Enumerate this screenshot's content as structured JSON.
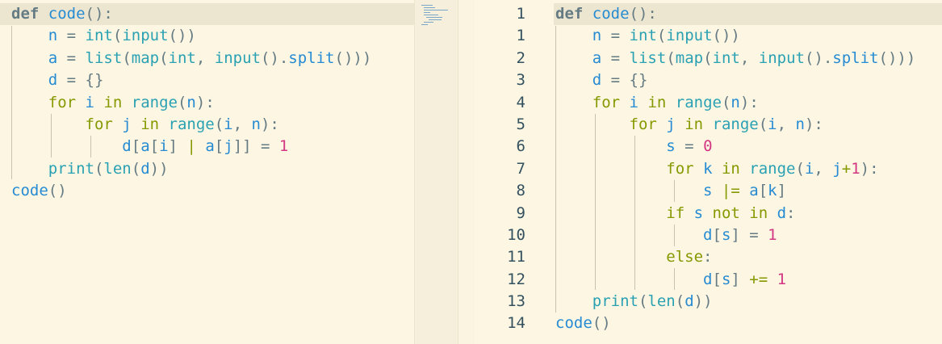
{
  "left_code": {
    "l1": {
      "a": "def",
      "b": " ",
      "c": "code",
      "d": "():"
    },
    "l2": {
      "a": "n",
      "b": " = ",
      "c": "int",
      "d": "(",
      "e": "input",
      "f": "())"
    },
    "l3": {
      "a": "a",
      "b": " = ",
      "c": "list",
      "d": "(",
      "e": "map",
      "f": "(",
      "g": "int",
      "h": ", ",
      "i": "input",
      "j": "().",
      "k": "split",
      "l": "()))"
    },
    "l4": {
      "a": "d",
      "b": " = ",
      "c": "{}"
    },
    "l5": {
      "a": "for",
      "b": " ",
      "c": "i",
      "d": " in ",
      "e": "range",
      "f": "(",
      "g": "n",
      "h": "):"
    },
    "l6": {
      "a": "for",
      "b": " ",
      "c": "j",
      "d": " in ",
      "e": "range",
      "f": "(",
      "g": "i",
      "h": ", ",
      "i": "n",
      "j": "):"
    },
    "l7": {
      "a": "d",
      "b": "[",
      "c": "a",
      "d": "[",
      "e": "i",
      "f": "]",
      "g": " | ",
      "h": "a",
      "i": "[",
      "j": "j",
      "k": "]]",
      "l": " = ",
      "m": "1"
    },
    "l8": {
      "a": "print",
      "b": "(",
      "c": "len",
      "d": "(",
      "e": "d",
      "f": "))"
    },
    "l9": {
      "a": "code",
      "b": "()"
    }
  },
  "right_line_numbers": [
    "1",
    "1",
    "2",
    "3",
    "4",
    "5",
    "6",
    "7",
    "8",
    "9",
    "10",
    "11",
    "12",
    "13",
    "14"
  ],
  "right_code": {
    "r1": {
      "a": "def",
      "b": " ",
      "c": "code",
      "d": "():"
    },
    "r2": {
      "a": "n",
      "b": " = ",
      "c": "int",
      "d": "(",
      "e": "input",
      "f": "())"
    },
    "r3": {
      "a": "a",
      "b": " = ",
      "c": "list",
      "d": "(",
      "e": "map",
      "f": "(",
      "g": "int",
      "h": ", ",
      "i": "input",
      "j": "().",
      "k": "split",
      "l": "()))"
    },
    "r4": {
      "a": "d",
      "b": " = ",
      "c": "{}"
    },
    "r5": {
      "a": "for",
      "b": " ",
      "c": "i",
      "d": " in ",
      "e": "range",
      "f": "(",
      "g": "n",
      "h": "):"
    },
    "r6": {
      "a": "for",
      "b": " ",
      "c": "j",
      "d": " in ",
      "e": "range",
      "f": "(",
      "g": "i",
      "h": ", ",
      "i": "n",
      "j": "):"
    },
    "r7": {
      "a": "s",
      "b": " = ",
      "c": "0"
    },
    "r8": {
      "a": "for",
      "b": " ",
      "c": "k",
      "d": " in ",
      "e": "range",
      "f": "(",
      "g": "i",
      "h": ", ",
      "i": "j",
      "j": "+",
      "k": "1",
      "l": "):"
    },
    "r9": {
      "a": "s",
      "b": " |= ",
      "c": "a",
      "d": "[",
      "e": "k",
      "f": "]"
    },
    "r10": {
      "a": "if",
      "b": " ",
      "c": "s",
      "d": " not in ",
      "e": "d",
      "f": ":"
    },
    "r11": {
      "a": "d",
      "b": "[",
      "c": "s",
      "d": "]",
      "e": " = ",
      "f": "1"
    },
    "r12": {
      "a": "else",
      "b": ":"
    },
    "r13": {
      "a": "d",
      "b": "[",
      "c": "s",
      "d": "]",
      "e": " += ",
      "f": "1"
    },
    "r14": {
      "a": "print",
      "b": "(",
      "c": "len",
      "d": "(",
      "e": "d",
      "f": "))"
    },
    "r15": {
      "a": "code",
      "b": "()"
    }
  },
  "colors": {
    "background": "#fdf6e3",
    "keyword": "#657b83",
    "function": "#268bd2",
    "control": "#859900",
    "number": "#d33682"
  }
}
